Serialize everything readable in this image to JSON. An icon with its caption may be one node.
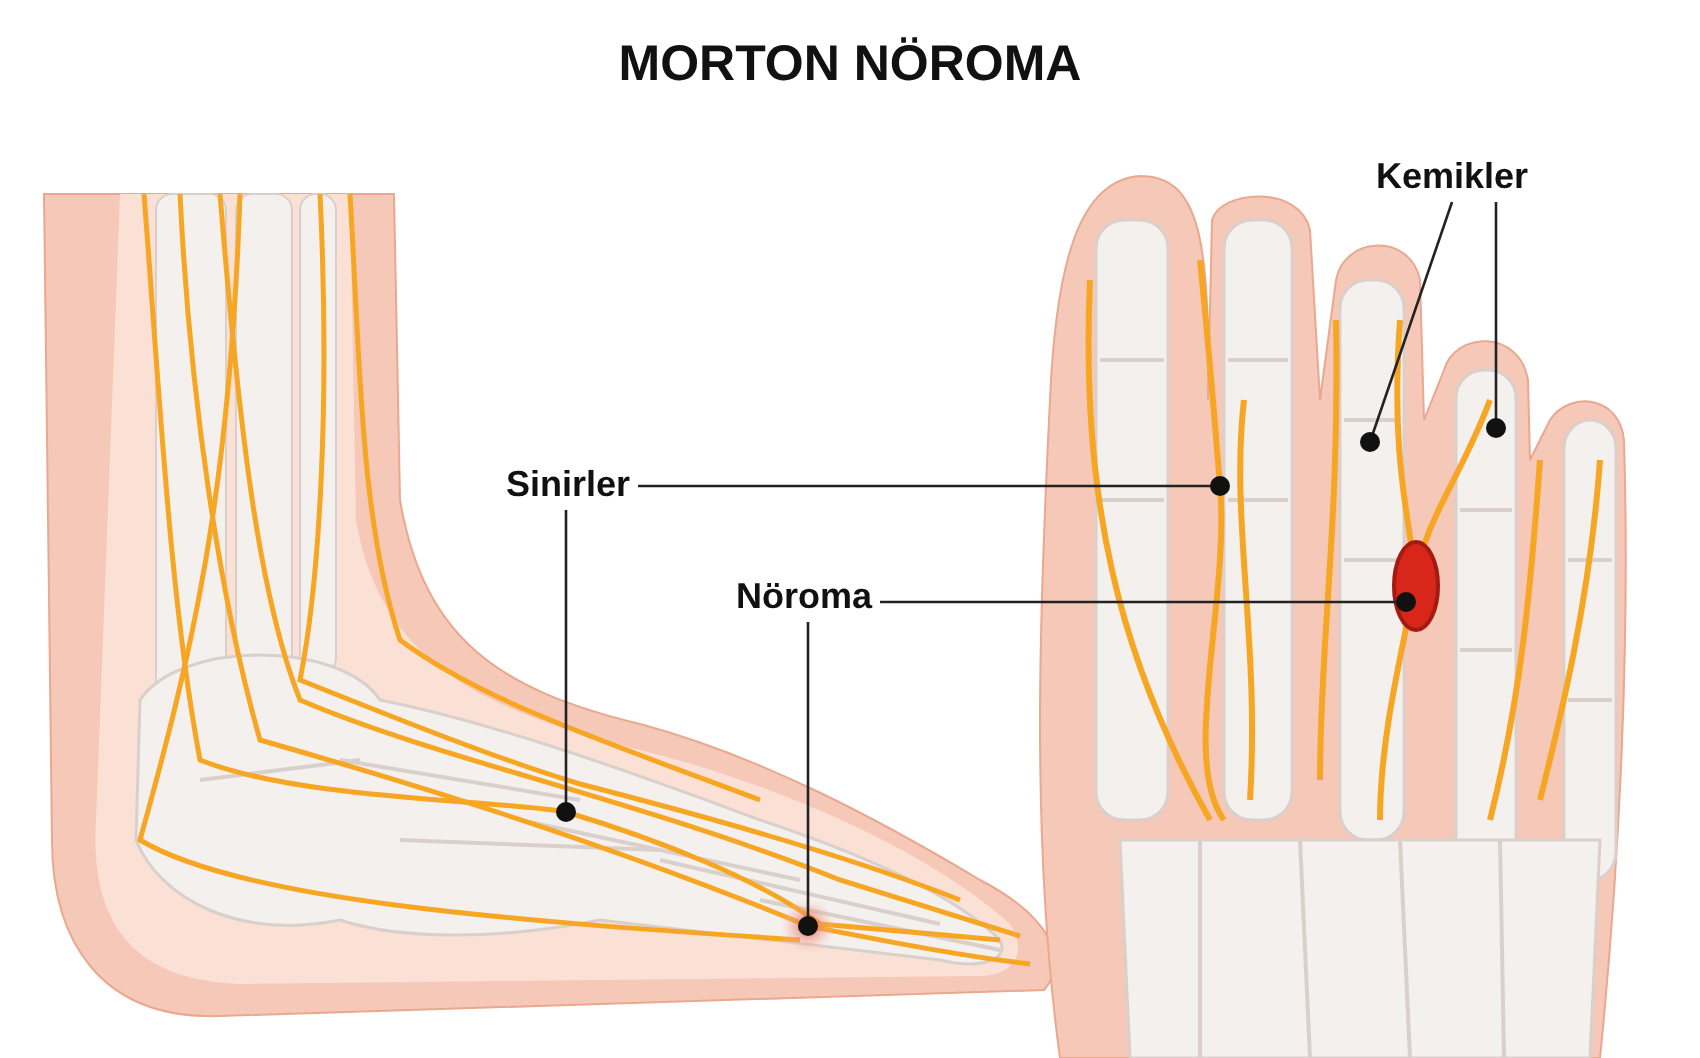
{
  "diagram": {
    "title": "MORTON NÖROMA",
    "nodes": [
      {
        "text": [
          "Sinirler"
        ]
      },
      {
        "text": [
          "Nöroma"
        ]
      },
      {
        "text": [
          "Kemikler"
        ]
      }
    ],
    "edges": [
      {
        "from": 0,
        "to": null,
        "arrow": "other"
      },
      {
        "from": 0,
        "to": null,
        "arrow": "other"
      },
      {
        "from": 1,
        "to": null,
        "arrow": "other"
      },
      {
        "from": 1,
        "to": null,
        "arrow": "other"
      },
      {
        "from": 2,
        "to": null,
        "arrow": "other"
      },
      {
        "from": 2,
        "to": null,
        "arrow": "other"
      }
    ]
  }
}
